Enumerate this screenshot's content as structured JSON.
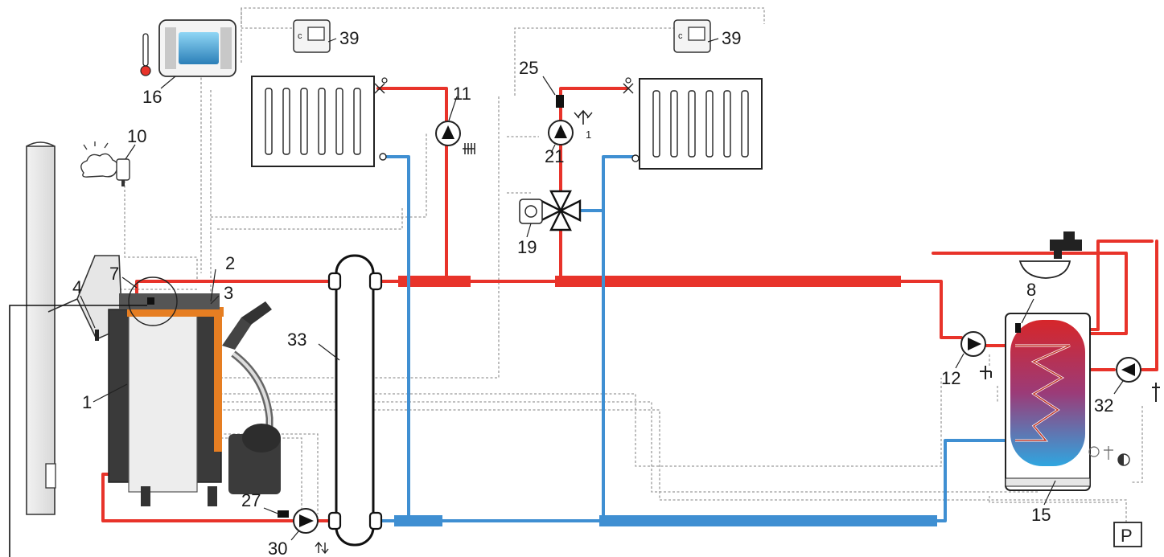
{
  "labels": {
    "boiler": "1",
    "supply_sensor": "2",
    "return_sensor": "3",
    "flue_sensor": "4",
    "stb": "7",
    "dhw_sensor": "8",
    "outdoor_sensor": "10",
    "ch_pump": "11",
    "dhw_pump": "12",
    "dhw_tank": "15",
    "room_panel": "16",
    "mixing_valve_actuator": "19",
    "mixing_pump": "21",
    "mixing_sensor": "25",
    "return_sensor_27": "27",
    "return_pump": "30",
    "circulation_pump": "32",
    "hydraulic_separator": "33",
    "room_thermostat_left": "39",
    "room_thermostat_right": "39",
    "pump_note_21": "1",
    "pressure_label": "P"
  },
  "colors": {
    "supply": "#e8332a",
    "return": "#3f8fd2",
    "wiring": "#9a9a9a",
    "boiler_jacket": "#ededed",
    "boiler_frame": "#3a3a3a",
    "boiler_trim": "#e67e22"
  },
  "icons": [
    "outdoor-weather-icon",
    "thermometer-icon",
    "radiator-icon",
    "pump-icon",
    "three-way-valve-icon",
    "tap-icon",
    "basin-icon",
    "pressure-sensor-icon"
  ]
}
